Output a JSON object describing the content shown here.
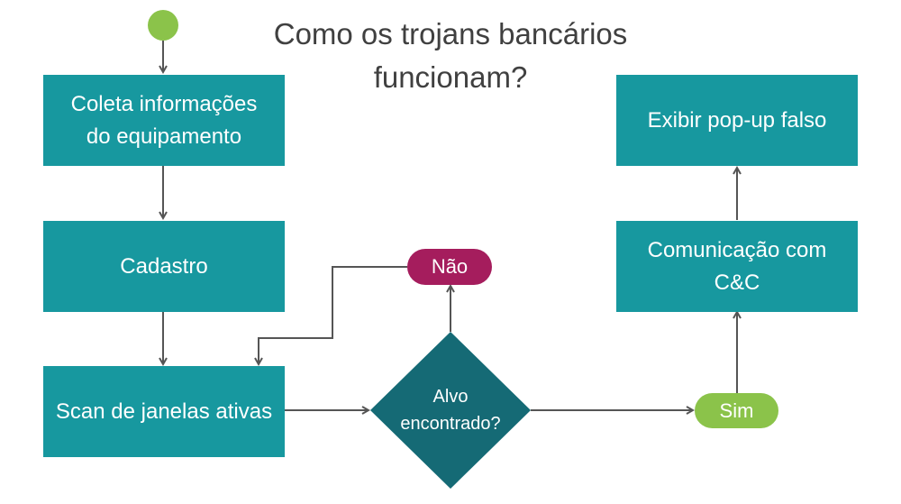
{
  "title_lines": [
    "Como os trojans bancários",
    "funcionam?"
  ],
  "nodes": {
    "collect": [
      "Coleta informações",
      "do equipamento"
    ],
    "register": "Cadastro",
    "scan": "Scan de janelas ativas",
    "decision": [
      "Alvo",
      "encontrado?"
    ],
    "no": "Não",
    "yes": "Sim",
    "cc": [
      "Comunicação com",
      "C&C"
    ],
    "popup": "Exibir pop-up falso"
  },
  "colors": {
    "box": "#17989f",
    "diamond": "#156a75",
    "no_pill": "#a51d5d",
    "yes_pill": "#8bc34a",
    "start": "#8bc34a",
    "arrow": "#555555",
    "title": "#404040"
  }
}
